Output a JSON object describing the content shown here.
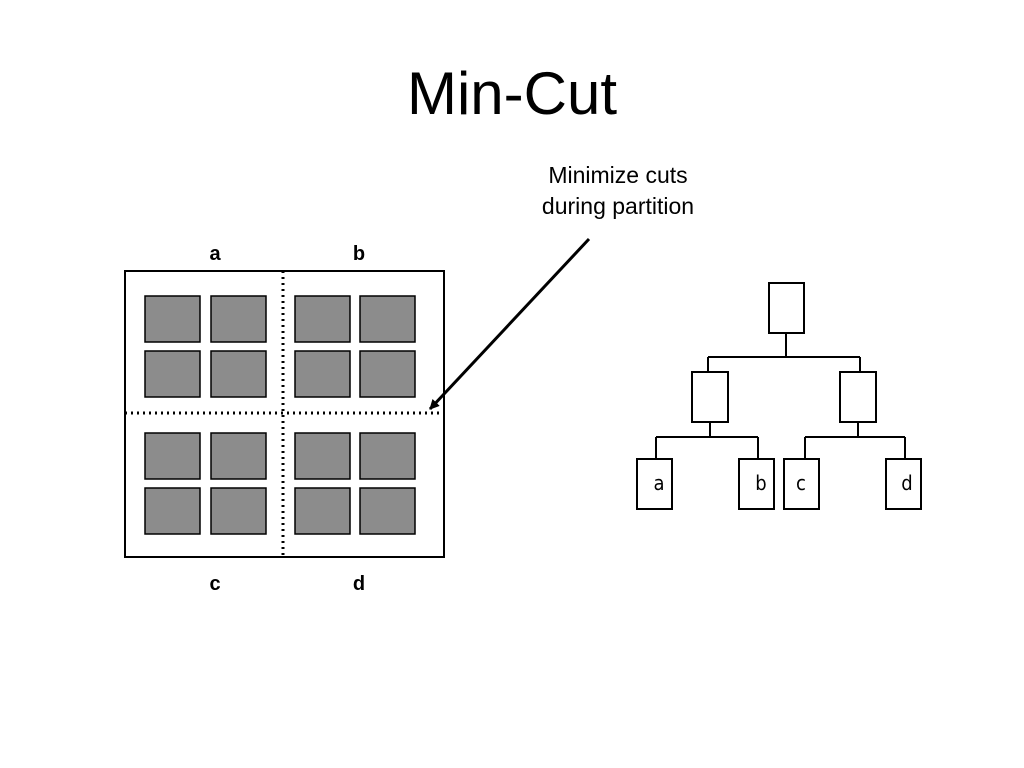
{
  "title": "Min-Cut",
  "annotation": {
    "line1": "Minimize cuts",
    "line2": "during partition"
  },
  "partition": {
    "quadrant_labels": [
      "a",
      "b",
      "c",
      "d"
    ],
    "cell_color": "#8c8c8c"
  },
  "tree": {
    "leaves": [
      "a",
      "b",
      "c",
      "d"
    ]
  }
}
